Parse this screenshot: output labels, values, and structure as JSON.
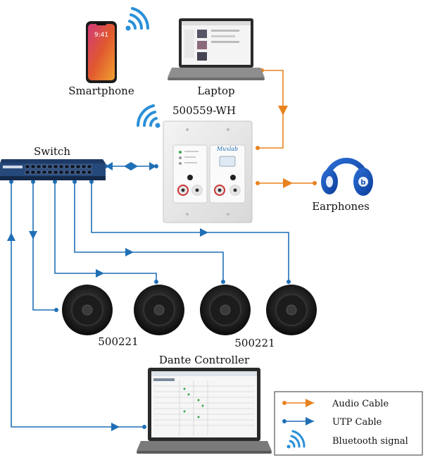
{
  "labels": {
    "smartphone": "Smartphone",
    "laptop": "Laptop",
    "wallplate": "500559-WH",
    "switch": "Switch",
    "earphones": "Earphones",
    "speaker_a": "500221",
    "speaker_b": "500221",
    "dante": "Dante Controller",
    "brand": "Muxlab"
  },
  "legend": {
    "audio": "Audio Cable",
    "utp": "UTP Cable",
    "bluetooth": "Bluetooth signal"
  },
  "colors": {
    "audio_cable": "#e8821e",
    "utp_cable": "#1f6fb5",
    "bluetooth": "#2a8fd8"
  },
  "icons": {
    "smartphone": "smartphone-icon",
    "laptop": "laptop-icon",
    "switch": "network-switch-icon",
    "wallplate": "wall-plate-icon",
    "earphones": "headphones-icon",
    "speaker": "ceiling-speaker-icon",
    "dante": "dante-controller-laptop-icon",
    "bluetooth": "bluetooth-signal-icon"
  }
}
